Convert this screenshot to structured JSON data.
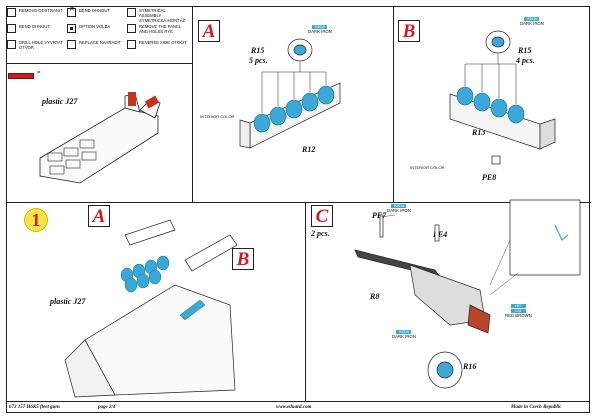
{
  "legend": {
    "items": [
      {
        "icon": "remove-icon",
        "text": "REMOVE ODSTRANIT"
      },
      {
        "icon": "bend-icon",
        "text": "BEND OHNOUT"
      },
      {
        "icon": "symmetrical-assembly-icon",
        "text": "SYMETRICAL ASSEMBLY SYMETRICKÁ MONTÁŽ"
      },
      {
        "icon": "bend-carefully-icon",
        "text": "BEND OHNOUT"
      },
      {
        "icon": "option-icon",
        "text": "OPTION VOLBA"
      },
      {
        "icon": "remove-panel-icon",
        "text": "REMOVE THE PANEL AND HOLES RYE"
      },
      {
        "icon": "drill-hole-icon",
        "text": "DRILL HOLE VYVRTAT OTVOR"
      },
      {
        "icon": "replace-icon",
        "text": "REPLACE NAHRADIT"
      },
      {
        "icon": "reverse-side-icon",
        "text": "REVERSE SIDE OTOČIT"
      }
    ],
    "red_symbol": "="
  },
  "panels": {
    "top_left": {
      "title": "plastic J27"
    },
    "a_top": {
      "letter": "A",
      "r15": "R15",
      "qty": "5 pcs.",
      "dark_iron_code": "H2816",
      "dark_iron": "DARK IRON",
      "interior": "INTERIOR COLOR",
      "r12": "R12"
    },
    "b_top": {
      "letter": "B",
      "r15": "R15",
      "qty": "4 pcs.",
      "dark_iron_code": "H2816",
      "dark_iron": "DARK IRON",
      "r13": "R13",
      "interior": "INTERIOR COLOR",
      "pe8": "PE8"
    },
    "step1": {
      "number": "1",
      "a": "A",
      "b": "B",
      "title": "plastic J27"
    },
    "c": {
      "letter": "C",
      "qty": "2 pcs.",
      "pe7": "PE7",
      "pe7_code": "H2816",
      "pe7_color": "DARK IRON",
      "pe4": "PE4",
      "r8": "R8",
      "red_brown_code1": "H47",
      "red_brown_code2": "C41",
      "red_brown": "RED BROWN",
      "r16_code": "H2816",
      "r16_color": "DARK IRON",
      "r16": "R16"
    }
  },
  "footer": {
    "code": "673 157  H6K5 fleet guns",
    "page": "page 2/4",
    "website": "www.eduard.com",
    "origin": "Made in Czech Republic"
  },
  "colors": {
    "accent_red": "#d01c1c",
    "dark_iron_blue": "#3aa9d8",
    "circle_yellow": "#f6e54a"
  }
}
